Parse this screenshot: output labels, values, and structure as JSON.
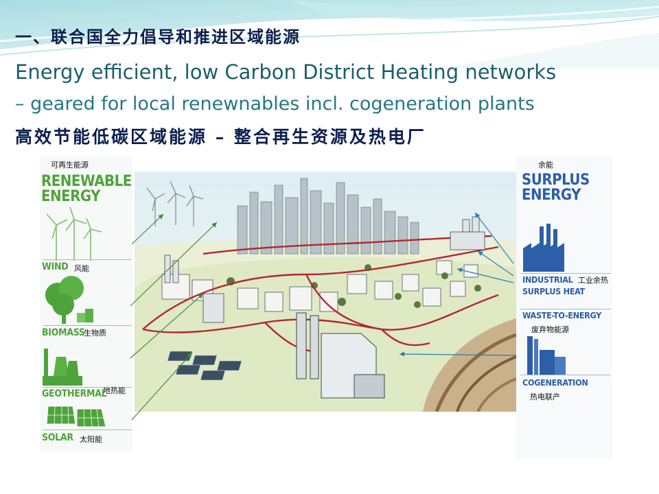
{
  "heading_cn": "一、联合国全力倡导和推进区域能源",
  "title_en_line1": "Energy efficient, low Carbon District Heating networks",
  "title_en_line2": "– geared for local renewnables incl. cogeneration plants",
  "title_cn": "高效节能低碳区域能源 – 整合再生资源及热电厂",
  "left_panel": {
    "header_cn": "可再生能源",
    "header_line1": "RENEWABLE",
    "header_line2": "ENERGY",
    "items": [
      {
        "label": "WIND",
        "cn": "风能",
        "icon": "wind-turbine-icon"
      },
      {
        "label": "BIOMASS",
        "cn": "生物质",
        "icon": "tree-icon"
      },
      {
        "label": "GEOTHERMAL",
        "cn": "地热能",
        "icon": "geothermal-plant-icon"
      },
      {
        "label": "SOLAR",
        "cn": "太阳能",
        "icon": "solar-panel-icon"
      }
    ]
  },
  "right_panel": {
    "header_cn": "余能",
    "header_line1": "SURPLUS",
    "header_line2": "ENERGY",
    "items": [
      {
        "label_line1": "INDUSTRIAL",
        "label_line2": "SURPLUS HEAT",
        "cn": "工业余热",
        "icon": "factory-icon"
      },
      {
        "label_line1": "WASTE-TO-ENERGY",
        "label_line2": "",
        "cn": "废弃物能源",
        "icon": "incinerator-icon"
      },
      {
        "label_line1": "COGENERATION",
        "label_line2": "",
        "cn": "热电联产",
        "icon": "power-plant-icon"
      }
    ]
  },
  "colors": {
    "green": "#4fa33b",
    "blue": "#2c5fa8",
    "network_red": "#b3262e",
    "title_teal": "#1b5e6b",
    "heading_navy": "#0b1e4d"
  }
}
